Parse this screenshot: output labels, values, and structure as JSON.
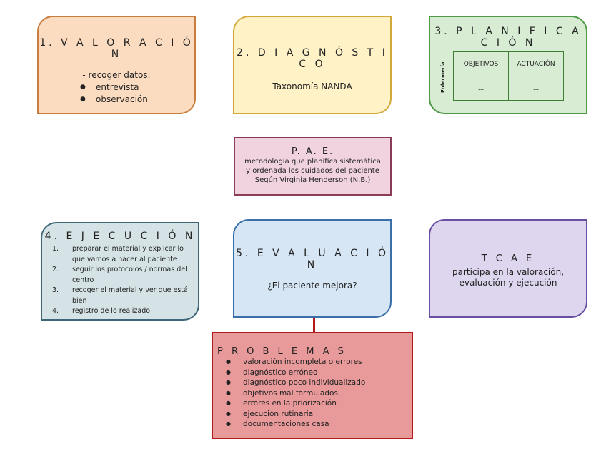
{
  "valoracion": {
    "title": "1.   V A L O R A C I Ó N",
    "dash_item": "-    recoger datos:",
    "bullets": [
      "entrevista",
      "observación"
    ]
  },
  "diagnostico": {
    "title": "2. D I A G N Ó S T I C O",
    "subtitle": "Taxonomía NANDA"
  },
  "planificacion": {
    "title": "3. P L A N I F I C A C I Ó N",
    "row_label": "Enfermería",
    "headers": [
      "OBJETIVOS",
      "ACTUACIÓN"
    ],
    "cells": [
      "...",
      "..."
    ]
  },
  "pae": {
    "title": "P.   A.   E.",
    "lines": [
      "metodología que planifica sistemática",
      "y ordenada los cuidados del paciente",
      "Según Virginia Henderson (N.B.)"
    ]
  },
  "ejecucion": {
    "title": "4. E J E C U C  I Ó N",
    "items": [
      {
        "num": "1.",
        "text": "preparar el material y explicar lo que vamos a hacer al paciente"
      },
      {
        "num": "2.",
        "text": "seguir  los  protocolos / normas del centro"
      },
      {
        "num": "3.",
        "text": "recoger el material y  ver que está bien"
      },
      {
        "num": "4.",
        "text": "registro de lo realizado"
      }
    ]
  },
  "evaluacion": {
    "title": "5. E V A L U A C I Ó N",
    "subtitle": "¿El paciente mejora?"
  },
  "tcae": {
    "title": "T C A E",
    "lines": [
      "participa en la valoración,",
      "evaluación y ejecución"
    ]
  },
  "problemas": {
    "title": "P R O B L E M A S",
    "items": [
      "valoración incompleta o errores",
      "diagnóstico erróneo",
      "diagnóstico poco individualizado",
      "objetivos mal formulados",
      "errores en la priorización",
      "ejecución rutinaria",
      "documentaciones casa"
    ]
  }
}
